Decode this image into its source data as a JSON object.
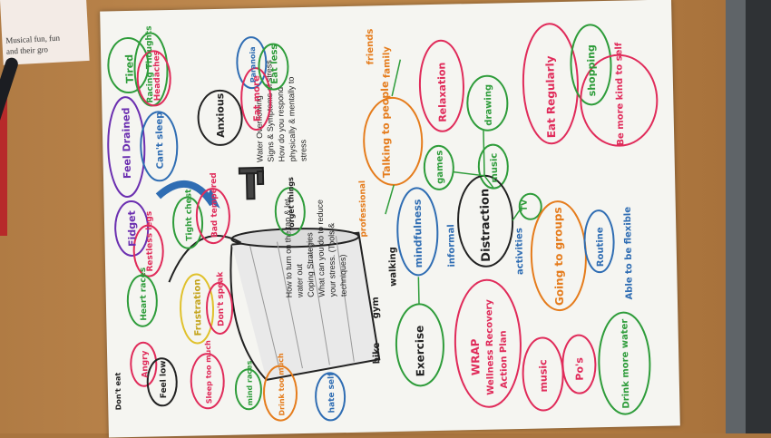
{
  "corner_card": {
    "line1": "Musical fun, fun",
    "line2": "and their gro"
  },
  "heading": {
    "water_overflowing": "Water Overflowing",
    "signs": "Signs & Symptoms of stress",
    "respond1": "How do you respond",
    "respond2": "physically & mentally to",
    "respond3": "stress",
    "tap1": "How to turn on the tap & let",
    "tap2": "water out",
    "coping": "Coping Strategies",
    "reduce1": "What can you do to reduce",
    "reduce2": "your stress. (Tools &",
    "reduce3": "techniques)"
  },
  "stress_signs": {
    "tired": "Tired",
    "racing": "Racing Thoughts",
    "headaches": "Headaches",
    "feel_drained": "Feel Drained",
    "cant_sleep": "Can't sleep",
    "anxious": "Anxious",
    "paranoia": "Paranoia",
    "eat_more": "Eat more",
    "eat_less": "Eat less",
    "fidget": "Fidget",
    "restless_legs": "Restless legs",
    "tight_chest": "Tight chest",
    "bad_tempered": "Bad tempered",
    "heart_races": "Heart races",
    "frustration": "Frustration",
    "dont_speak": "Don't speak",
    "angry": "Angry",
    "feel_low": "Feel low",
    "dont_eat": "Don't eat",
    "sleep_too_much": "Sleep too much",
    "mind_races": "mind races",
    "drink_too_much": "Drink too much",
    "hate_self": "hate self",
    "forget_things": "forget things"
  },
  "coping": {
    "friends": "friends",
    "family": "family",
    "professional": "professional",
    "talking_to_people": "Talking to people",
    "relaxation": "Relaxation",
    "drawing": "drawing",
    "music_small": "music",
    "eat_regularly": "Eat Regularly",
    "shopping": "shopping",
    "be_kind": "Be more kind to self",
    "games": "games",
    "tv": "TV",
    "informal": "informal",
    "distraction": "Distraction",
    "activities": "activities",
    "mindfulness": "mindfulness",
    "going_to_groups": "Going to groups",
    "routine": "Routine",
    "flexible": "Able to be flexible",
    "bike": "bike",
    "gym": "gym",
    "walking": "walking",
    "exercise": "Exercise",
    "wrap": "WRAP",
    "wellness": "Wellness Recovery",
    "action_plan": "Action Plan",
    "music": "music",
    "pos": "Po's",
    "drink_water": "Drink more water"
  }
}
